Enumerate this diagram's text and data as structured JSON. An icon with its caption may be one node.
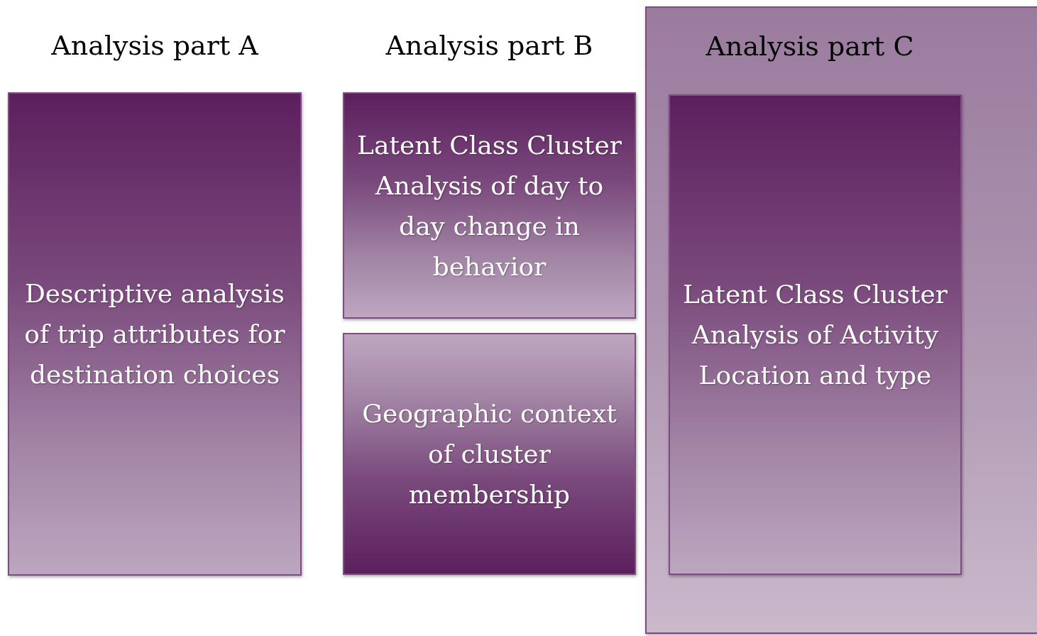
{
  "diagram": {
    "nodes": [
      {
        "text": [
          "Descriptive analysis of trip attributes for destination choices"
        ]
      },
      {
        "text": [
          "Latent Class Cluster Analysis of day to day change in behavior"
        ]
      },
      {
        "text": [
          "Geographic context of cluster membership"
        ]
      },
      {
        "text": [
          "Analysis part C"
        ]
      },
      {
        "text": [
          "Latent Class Cluster Analysis of Activity Location and type"
        ],
        "in": 3
      }
    ],
    "labels": [
      "Analysis part A",
      "Analysis part B"
    ]
  }
}
